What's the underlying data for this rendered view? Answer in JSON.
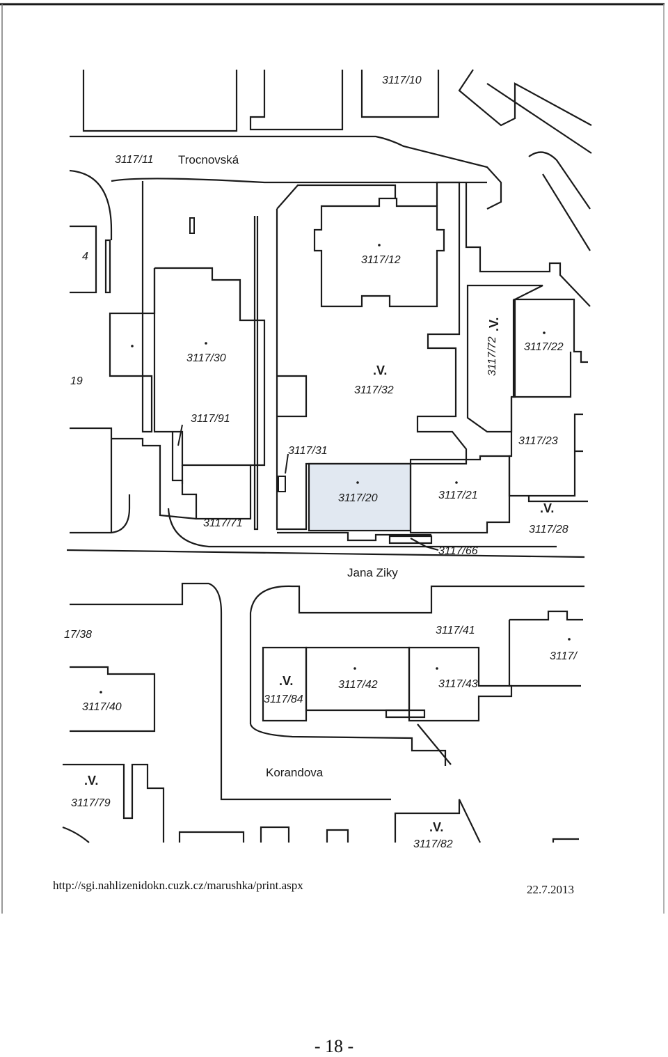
{
  "streets": {
    "trocnovska": "Trocnovská",
    "jana_ziky": "Jana Ziky",
    "korandova": "Korandova"
  },
  "parcels": {
    "p10": "3117/10",
    "p11": "3117/11",
    "p12": "3117/12",
    "p4": "4",
    "p19": "19",
    "p30": "3117/30",
    "p32": "3117/32",
    "p72": "3117/72",
    "p22": "3117/22",
    "p91": "3117/91",
    "p31": "3117/31",
    "p23": "3117/23",
    "p20": "3117/20",
    "p21": "3117/21",
    "p71": "3117/71",
    "p28": "3117/28",
    "p66": "3117/66",
    "p38": "17/38",
    "p41": "3117/41",
    "p4x": "3117/",
    "p42": "3117/42",
    "p43": "3117/43",
    "p84": "3117/84",
    "p40": "3117/40",
    "p79": "3117/79",
    "p82": "3117/82"
  },
  "footer": {
    "url": "http://sgi.nahlizenidokn.cuzk.cz/marushka/print.aspx",
    "date": "22.7.2013",
    "page": "- 18 -"
  },
  "colors": {
    "line": "#1a1a1a",
    "highlight": "#c9d6e6"
  }
}
